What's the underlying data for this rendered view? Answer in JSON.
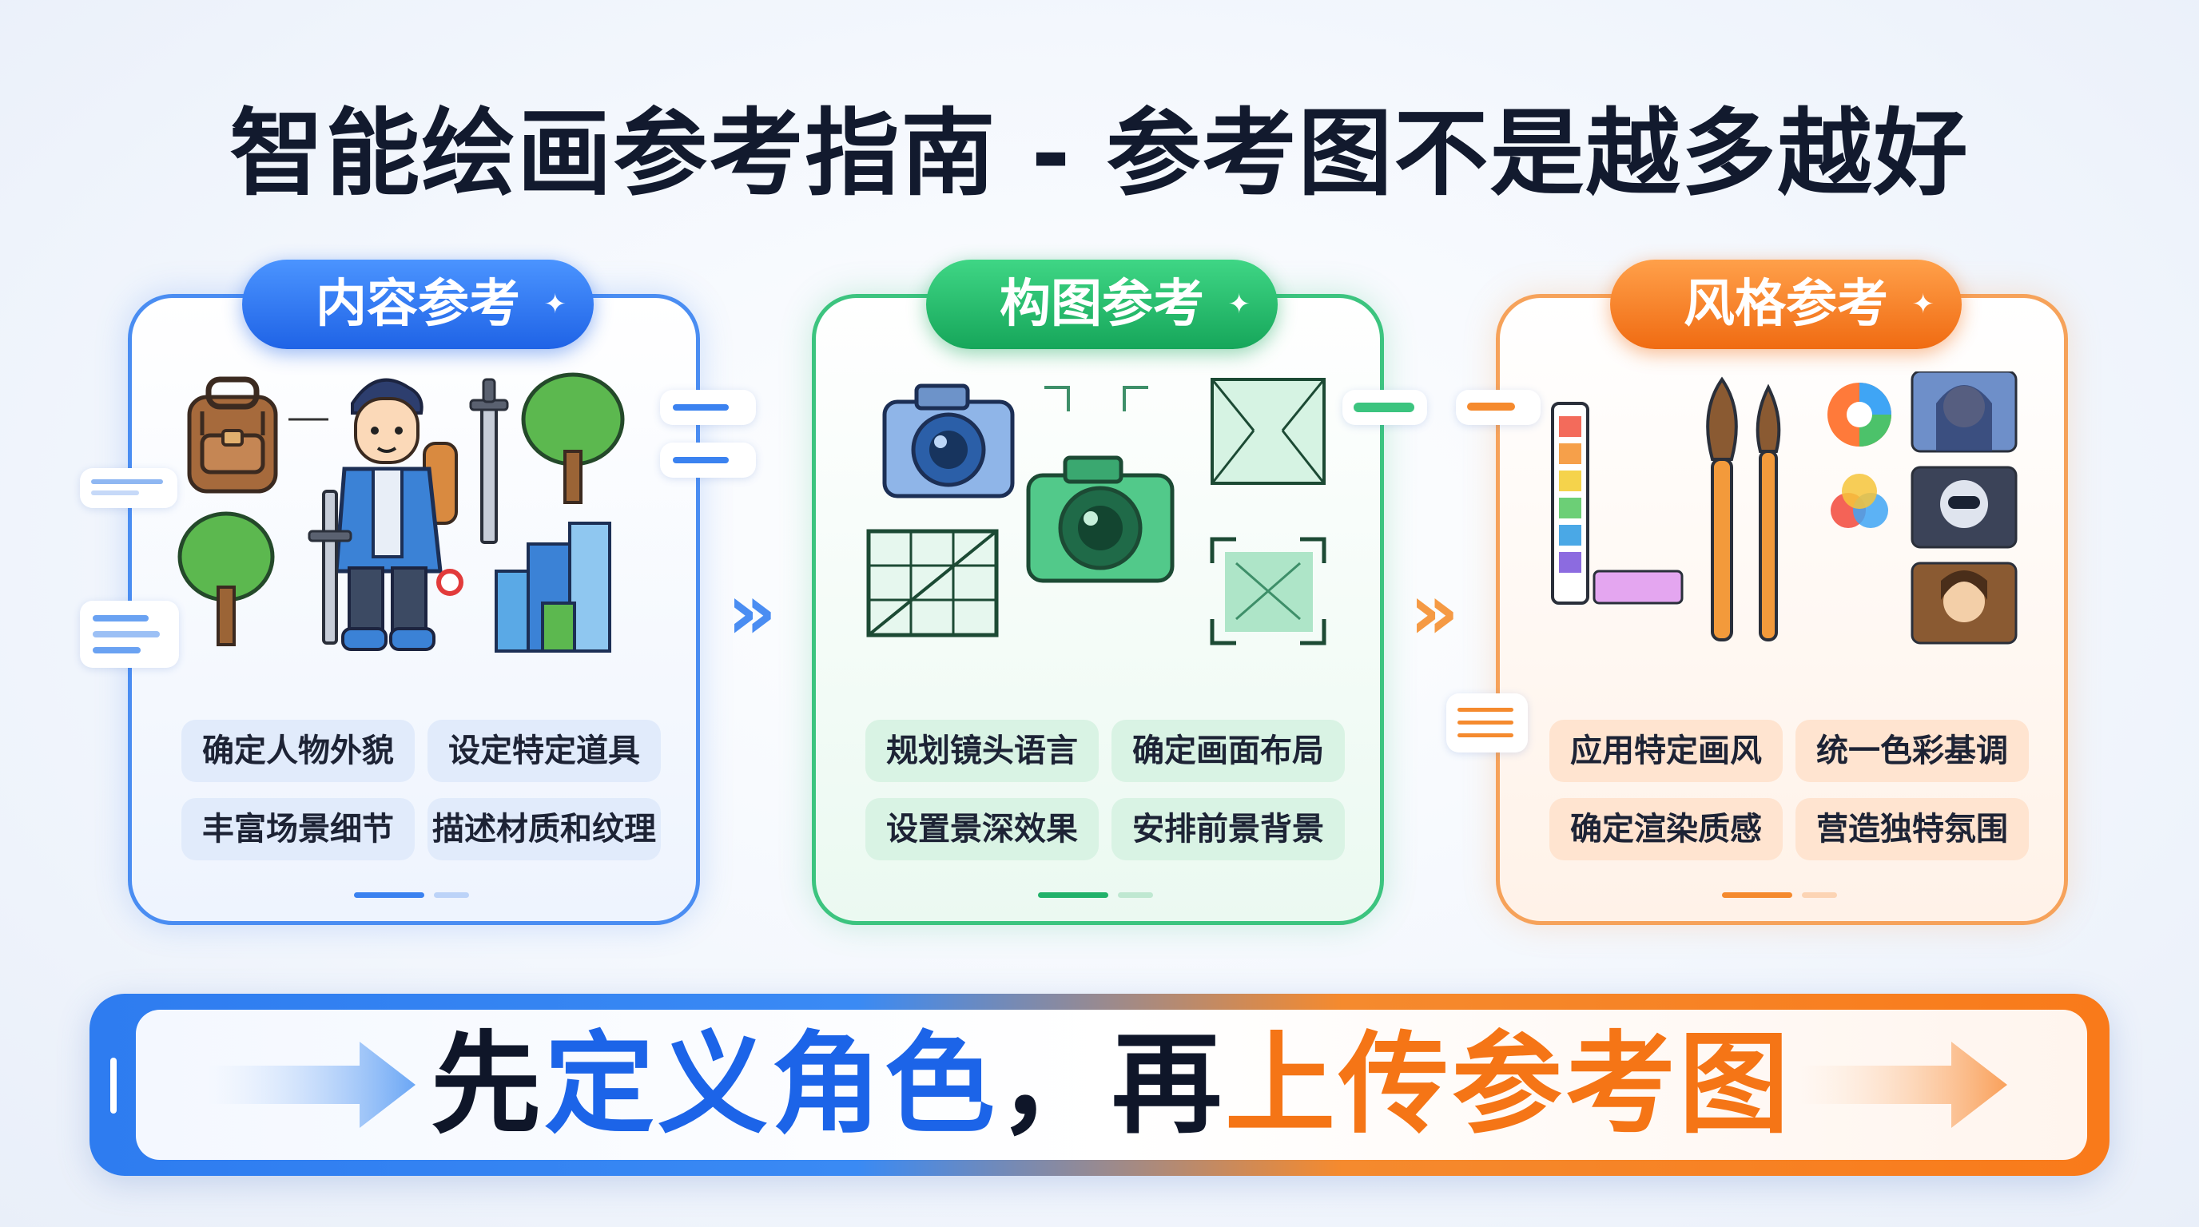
{
  "title": "智能绘画参考指南 - 参考图不是越多越好",
  "colors": {
    "blue": "#1f63e6",
    "green": "#16a65a",
    "orange": "#f06b12",
    "dark": "#121a2e"
  },
  "cards": [
    {
      "label": "内容参考",
      "icons": [
        "backpack-icon",
        "character-icon",
        "sword-icon",
        "tree-icon",
        "building-icon"
      ],
      "tags": [
        "确定人物外貌",
        "设定特定道具",
        "丰富场景细节",
        "描述材质和纹理"
      ]
    },
    {
      "label": "构图参考",
      "icons": [
        "camera-icon",
        "viewfinder-icon",
        "grid-icon",
        "perspective-icon"
      ],
      "tags": [
        "规划镜头语言",
        "确定画面布局",
        "设置景深效果",
        "安排前景背景"
      ]
    },
    {
      "label": "风格参考",
      "icons": [
        "palette-icon",
        "paintbrush-icon",
        "color-wheel-icon",
        "portrait-icon"
      ],
      "tags": [
        "应用特定画风",
        "统一色彩基调",
        "确定渲染质感",
        "营造独特氛围"
      ]
    }
  ],
  "banner": {
    "part1": "先",
    "part2": "定义角色",
    "part3": "，再",
    "part4": "上传参考图"
  }
}
